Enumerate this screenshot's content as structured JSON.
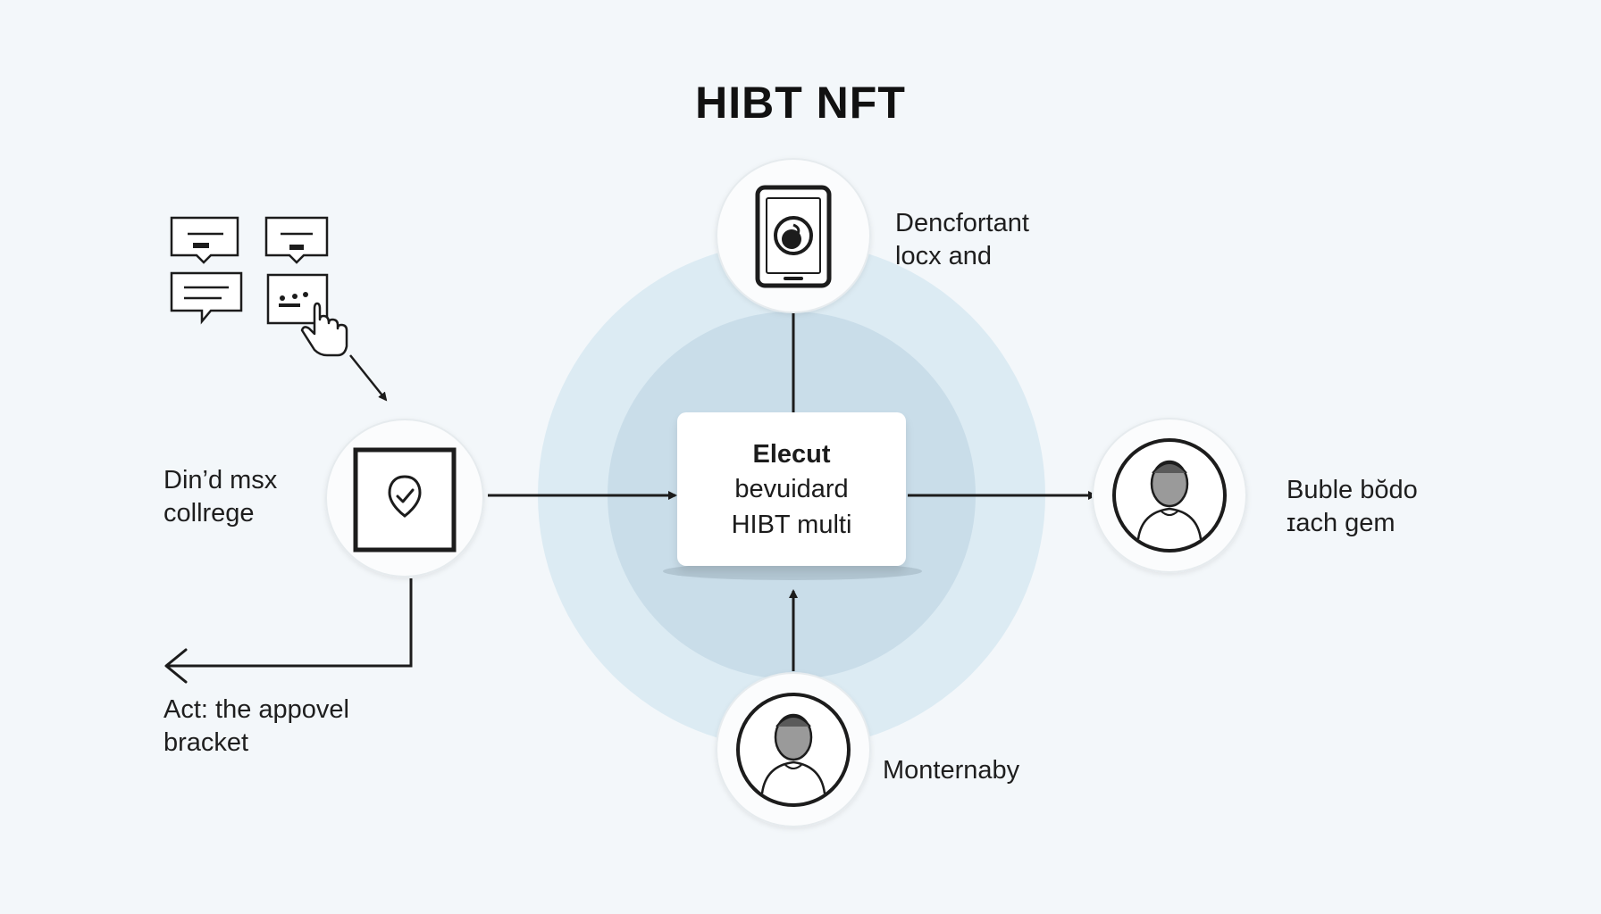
{
  "title": "HIBT NFT",
  "center": {
    "heading": "Elecut",
    "line1": "bevuidard",
    "line2": "HIBT multi"
  },
  "nodes": {
    "top": {
      "label_line1": "Dencfortant",
      "label_line2": "locx and",
      "icon": "tablet-icon"
    },
    "left": {
      "label_line1": "Din’d msx",
      "label_line2": "collrege",
      "icon": "shield-check-icon"
    },
    "right": {
      "label_line1": "Buble bŏdo",
      "label_line2": "ɪach gem",
      "icon": "user-avatar-icon"
    },
    "bottom": {
      "label": "Monternaby",
      "icon": "user-avatar-icon"
    }
  },
  "left_output": {
    "label_line1": "Act: the appovel",
    "label_line2": "bracket"
  },
  "ui_cards": {
    "icon": "ui-cards-icon",
    "pointer_icon": "hand-pointer-icon"
  },
  "colors": {
    "background": "#f3f7fa",
    "outer_ring": "#dcebf3",
    "inner_ring": "#c9dde9",
    "arrow": "#1c1c1c"
  }
}
